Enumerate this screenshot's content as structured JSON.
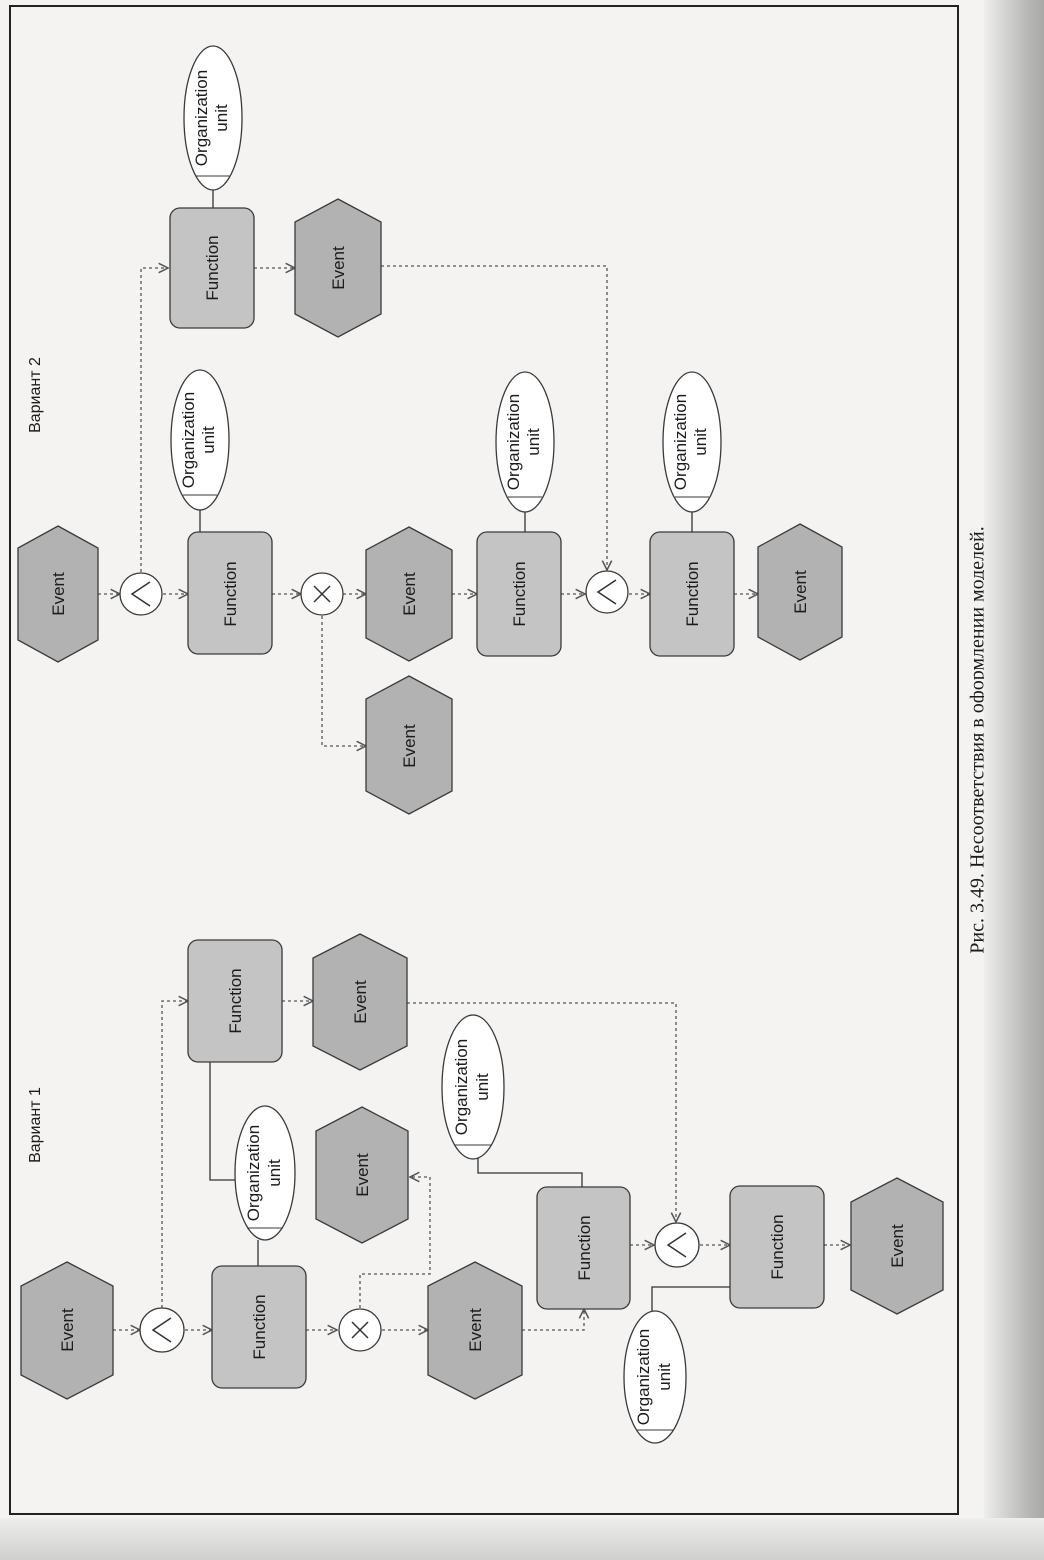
{
  "caption": "Рис. 3.49. Несоответствия в оформлении моделей.",
  "variant1_title": "Вариант 1",
  "variant2_title": "Вариант 2",
  "labels": {
    "event": "Event",
    "function": "Function",
    "org_line1": "Organization",
    "org_line2": "unit"
  },
  "colors": {
    "node_fill": "#c4c4c4",
    "event_fill": "#b2b2b2",
    "stroke": "#3a3a3a",
    "edge": "#555555"
  }
}
